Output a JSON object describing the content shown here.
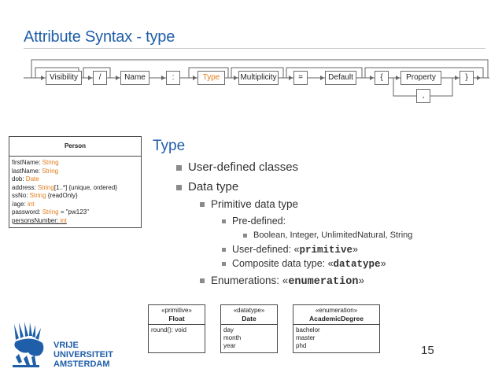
{
  "slide": {
    "title": "Attribute Syntax - type",
    "page_number": "15"
  },
  "syntax": {
    "boxes": [
      "Visibility",
      "/",
      "Name",
      ":",
      "Type",
      "Multiplicity",
      "=",
      "Default",
      "{",
      "Property",
      "}"
    ],
    "separator": ","
  },
  "person": {
    "name": "Person",
    "attrs": [
      {
        "pre": "firstName: ",
        "type": "String",
        "post": ""
      },
      {
        "pre": "lastName: ",
        "type": "String",
        "post": ""
      },
      {
        "pre": "dob: ",
        "type": "Date",
        "post": ""
      },
      {
        "pre": "address: ",
        "type": "String",
        "post": "[1..*] {unique, ordered}"
      },
      {
        "pre": "ssNo: ",
        "type": "String",
        "post": " {readOnly}"
      },
      {
        "pre": "/age: ",
        "type": "int",
        "post": ""
      },
      {
        "pre": "password: ",
        "type": "String",
        "post": " = \"pw123\""
      },
      {
        "pre": "personsNumber: ",
        "type": "int",
        "post": ""
      }
    ]
  },
  "content": {
    "heading": "Type",
    "b1": "User-defined classes",
    "b2": "Data type",
    "b3": "Primitive data type",
    "b4": "Pre-defined:",
    "b5": "Boolean, Integer, UnlimitedNatural, String",
    "b6_pre": "User-defined: «",
    "b6_kw": "primitive",
    "b6_post": "»",
    "b7_pre": "Composite data type: «",
    "b7_kw": "datatype",
    "b7_post": "»",
    "b8_pre": "Enumerations: «",
    "b8_kw": "enumeration",
    "b8_post": "»"
  },
  "examples": {
    "float": {
      "stereotype": "«primitive»",
      "name": "Float",
      "items": [
        "round(): void"
      ]
    },
    "date": {
      "stereotype": "«datatype»",
      "name": "Date",
      "items": [
        "day",
        "month",
        "year"
      ]
    },
    "degree": {
      "stereotype": "«enumeration»",
      "name": "AcademicDegree",
      "items": [
        "bachelor",
        "master",
        "phd"
      ]
    }
  },
  "logo": {
    "line1": "VRIJE",
    "line2": "UNIVERSITEIT",
    "line3": "AMSTERDAM"
  },
  "colors": {
    "title": "#1f5ea8",
    "highlight": "#e07b1a"
  }
}
